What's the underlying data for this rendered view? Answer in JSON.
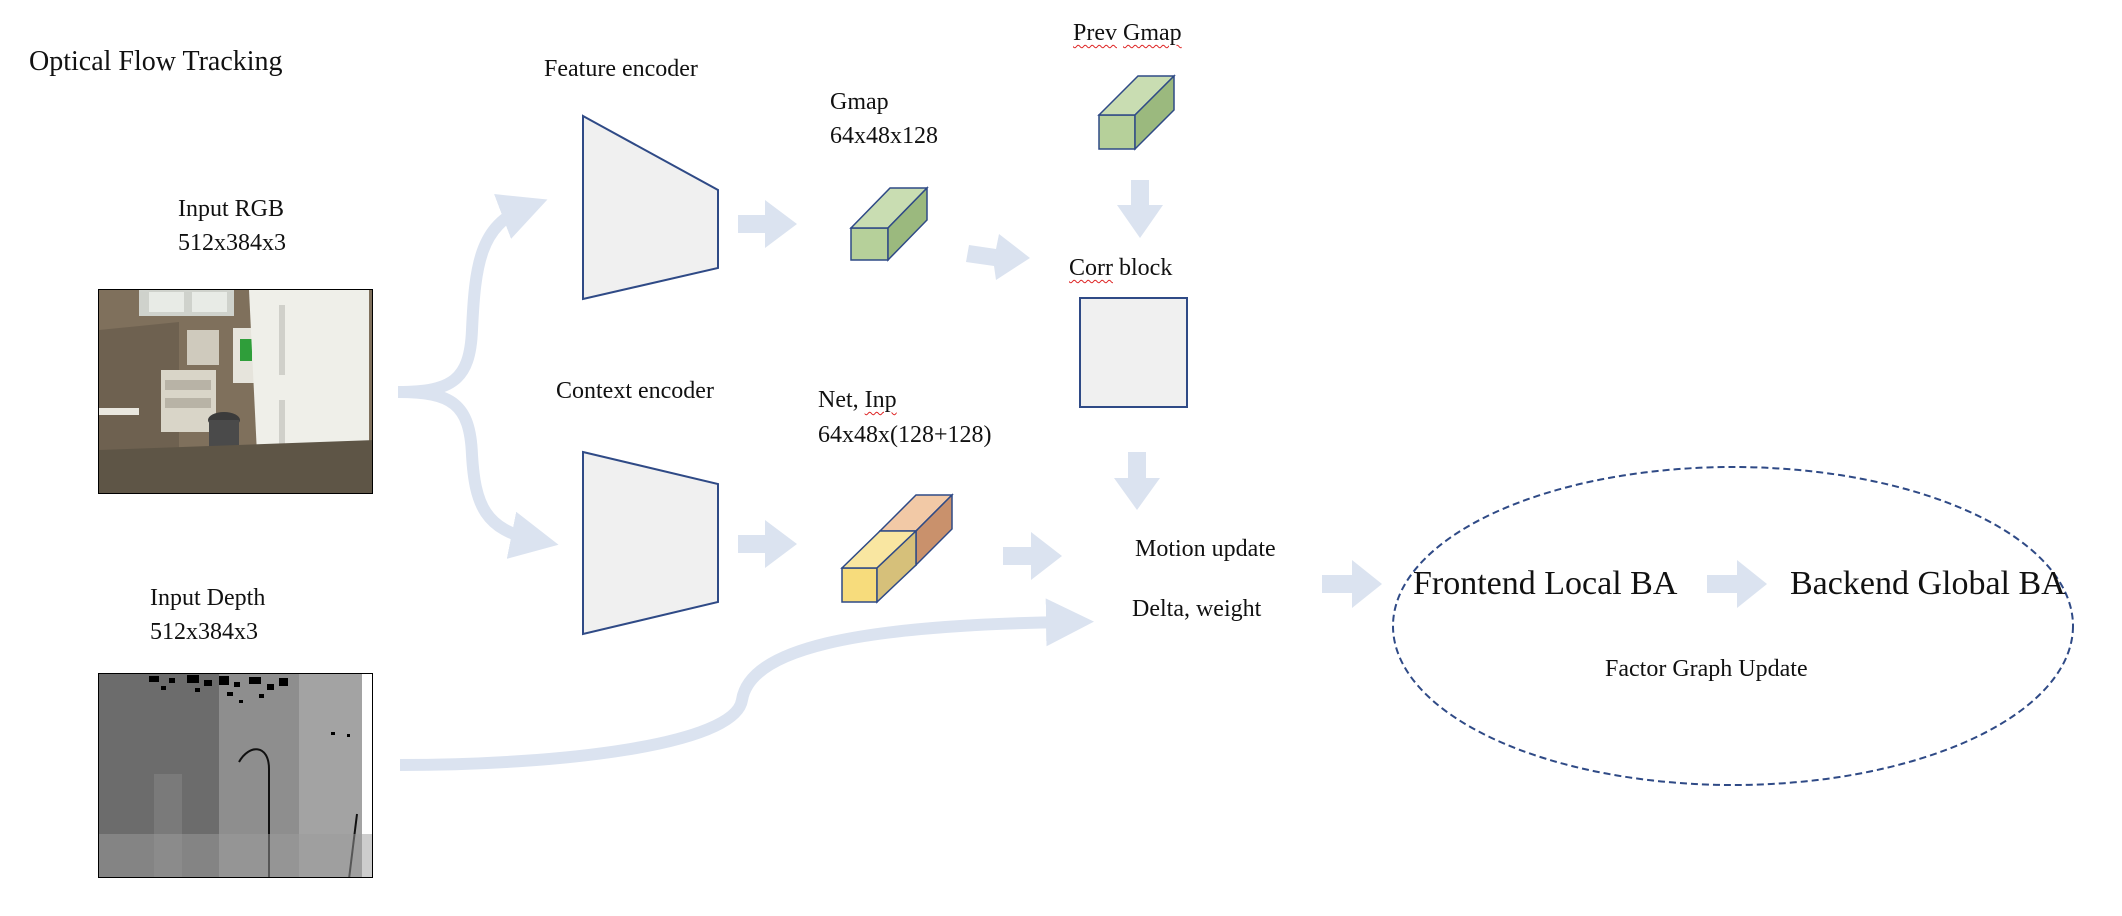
{
  "title": "Optical Flow Tracking",
  "inputs": {
    "rgb": {
      "label": "Input RGB",
      "size": "512x384x3"
    },
    "depth": {
      "label": "Input Depth",
      "size": "512x384x3"
    }
  },
  "encoders": {
    "feature": {
      "label": "Feature encoder"
    },
    "context": {
      "label": "Context encoder"
    }
  },
  "tensors": {
    "gmap": {
      "label": "Gmap",
      "size": "64x48x128"
    },
    "prev_gmap": {
      "label_part1": "Prev",
      "label_part2": "Gmap"
    },
    "net_inp": {
      "label_part1": "Net, ",
      "label_part2": "Inp",
      "size": "64x48x(128+128)"
    }
  },
  "corr_block": {
    "label_part1": "Corr",
    "label_part2": " block"
  },
  "motion_update": {
    "label": "Motion update",
    "output": "Delta, weight"
  },
  "factor_graph": {
    "frontend": "Frontend Local BA",
    "backend": "Backend Global BA",
    "caption": "Factor Graph Update"
  },
  "colors": {
    "arrow": "#dbe3f0",
    "outline": "#2f4a86",
    "panel_fill": "#f0f0f0",
    "gmap_cube": "#b6d09a",
    "net_cube": "#f7dc7c",
    "inp_cube": "#e8b48c"
  }
}
